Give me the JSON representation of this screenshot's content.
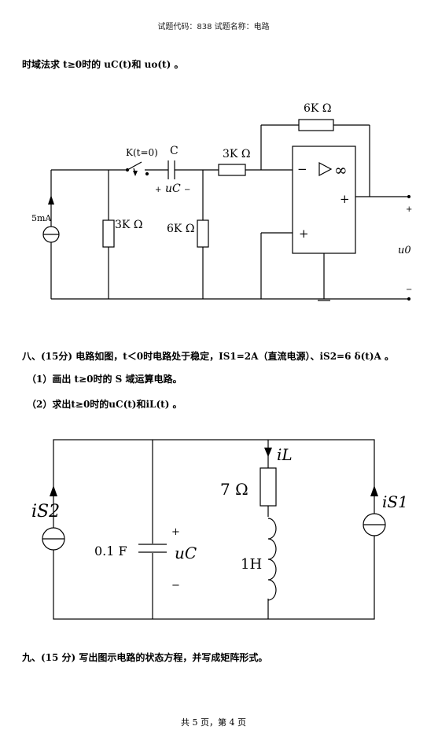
{
  "header": {
    "text": "试题代码：838 试题名称：电路"
  },
  "q7": {
    "text": "时域法求 t≥0时的 uC(t)和 uo(t) 。"
  },
  "circuit1": {
    "r_feedback": "6K Ω",
    "switch": "K(t=0)",
    "cap": "C",
    "r_input": "3K Ω",
    "opamp_minus": "−",
    "opamp_plus_in": "+",
    "opamp_out_plus": "+",
    "opamp_inf": "∞",
    "source": "5mA",
    "r1": "3K Ω",
    "r2": "6K Ω",
    "uc": "uC",
    "uc_plus": "+",
    "uc_minus": "−",
    "out_plus": "+",
    "out_minus": "−",
    "uo": "u0"
  },
  "q8": {
    "line1": "八、(15分) 电路如图，t＜0时电路处于稳定，IS1=2A（直流电源）、iS2=6 δ(t)A 。",
    "line2": "（1）画出 t≥0时的 S 域运算电路。",
    "line3": "（2）求出t≥0时的uC(t)和iL(t) 。"
  },
  "circuit2": {
    "is2": "iS2",
    "cap": "0.1 F",
    "uc": "uC",
    "uc_plus": "+",
    "uc_minus": "−",
    "il": "iL",
    "r": "7 Ω",
    "l": "1H",
    "is1": "iS1"
  },
  "q9": {
    "text": "九、(15 分)  写出图示电路的状态方程，并写成矩阵形式。"
  },
  "footer": {
    "text": "共 5 页，第 4 页"
  }
}
